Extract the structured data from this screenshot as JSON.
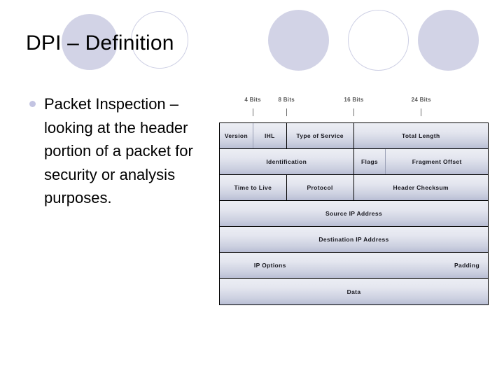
{
  "slide": {
    "title": "DPI – Definition",
    "background_color": "#ffffff",
    "accent_color": "#d2d3e6"
  },
  "body": {
    "bullets": [
      {
        "marker": "filled-circle",
        "text": "Packet Inspection – looking at the header portion of a packet for security or analysis purposes."
      }
    ]
  },
  "decorations": {
    "circles": [
      {
        "name": "title-circle-filled",
        "style": "filled"
      },
      {
        "name": "title-circle-outline",
        "style": "outline"
      },
      {
        "name": "top-circle-1",
        "style": "filled"
      },
      {
        "name": "top-circle-2",
        "style": "outline"
      },
      {
        "name": "top-circle-3",
        "style": "filled"
      }
    ]
  },
  "diagram": {
    "name": "ipv4-header-format",
    "bit_ruler": [
      {
        "label": "4 Bits",
        "bit": 4
      },
      {
        "label": "8 Bits",
        "bit": 8
      },
      {
        "label": "16 Bits",
        "bit": 16
      },
      {
        "label": "24 Bits",
        "bit": 24
      }
    ],
    "rows": [
      {
        "cells": [
          {
            "label": "Version",
            "bits": 4,
            "align": "center"
          },
          {
            "label": "IHL",
            "bits": 4,
            "align": "center"
          },
          {
            "label": "Type of Service",
            "bits": 8,
            "align": "center"
          },
          {
            "label": "Total Length",
            "bits": 16,
            "align": "center"
          }
        ]
      },
      {
        "cells": [
          {
            "label": "Identification",
            "bits": 16,
            "align": "center"
          },
          {
            "label": "Flags",
            "bits": 3,
            "align": "center"
          },
          {
            "label": "Fragment Offset",
            "bits": 13,
            "align": "center"
          }
        ]
      },
      {
        "cells": [
          {
            "label": "Time to Live",
            "bits": 8,
            "align": "center"
          },
          {
            "label": "Protocol",
            "bits": 8,
            "align": "center"
          },
          {
            "label": "Header Checksum",
            "bits": 16,
            "align": "center"
          }
        ]
      },
      {
        "cells": [
          {
            "label": "Source IP Address",
            "bits": 32,
            "align": "center"
          }
        ]
      },
      {
        "cells": [
          {
            "label": "Destination IP Address",
            "bits": 32,
            "align": "center"
          }
        ]
      },
      {
        "cells": [
          {
            "label": "IP Options",
            "bits": 24,
            "align": "center"
          },
          {
            "label": "Padding",
            "bits": 8,
            "align": "right"
          }
        ]
      },
      {
        "cells": [
          {
            "label": "Data",
            "bits": 32,
            "align": "center"
          }
        ]
      }
    ]
  }
}
